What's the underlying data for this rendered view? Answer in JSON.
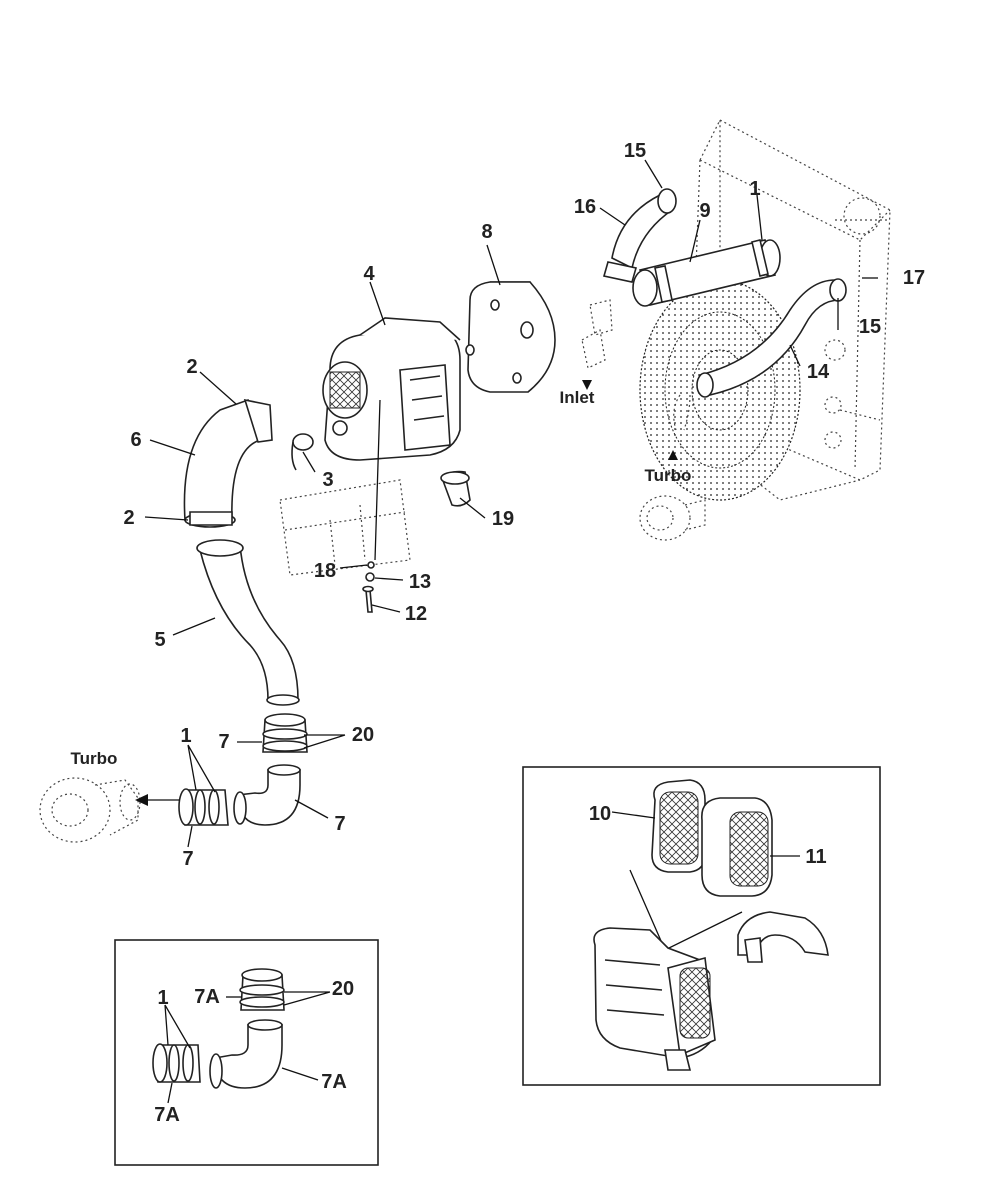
{
  "callouts": {
    "c1_top": "1",
    "c2_upper": "2",
    "c2_lower": "2",
    "c3": "3",
    "c4": "4",
    "c5": "5",
    "c6": "6",
    "c7_left": "7",
    "c7_right": "7",
    "c7_bottom": "7",
    "c8": "8",
    "c9": "9",
    "c10": "10",
    "c11": "11",
    "c12": "12",
    "c13": "13",
    "c14": "14",
    "c15_top": "15",
    "c15_right": "15",
    "c16": "16",
    "c17": "17",
    "c18": "18",
    "c19": "19",
    "c20": "20",
    "c1_lower": "1",
    "inset_c1": "1",
    "inset_c7a_left": "7A",
    "inset_c7a_right": "7A",
    "inset_c7a_bottom": "7A",
    "inset_c20": "20"
  },
  "labels": {
    "inlet": "Inlet",
    "turbo_right": "Turbo",
    "turbo_left": "Turbo"
  }
}
